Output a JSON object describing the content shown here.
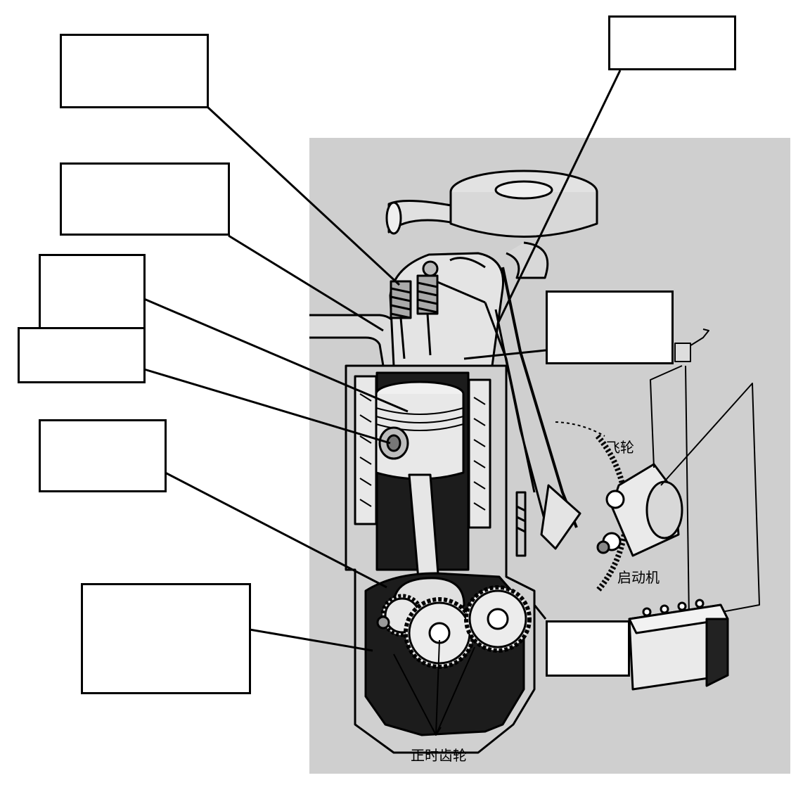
{
  "labels": {
    "flywheel": "飞轮",
    "starter": "启动机",
    "timing_gears": "正时齿轮"
  },
  "blank_label_boxes": [
    "",
    "",
    "",
    "",
    "",
    "",
    "",
    "",
    ""
  ],
  "colors": {
    "panel_gray": "#cfcfcf",
    "ink": "#000000",
    "box_fill": "#ffffff"
  }
}
